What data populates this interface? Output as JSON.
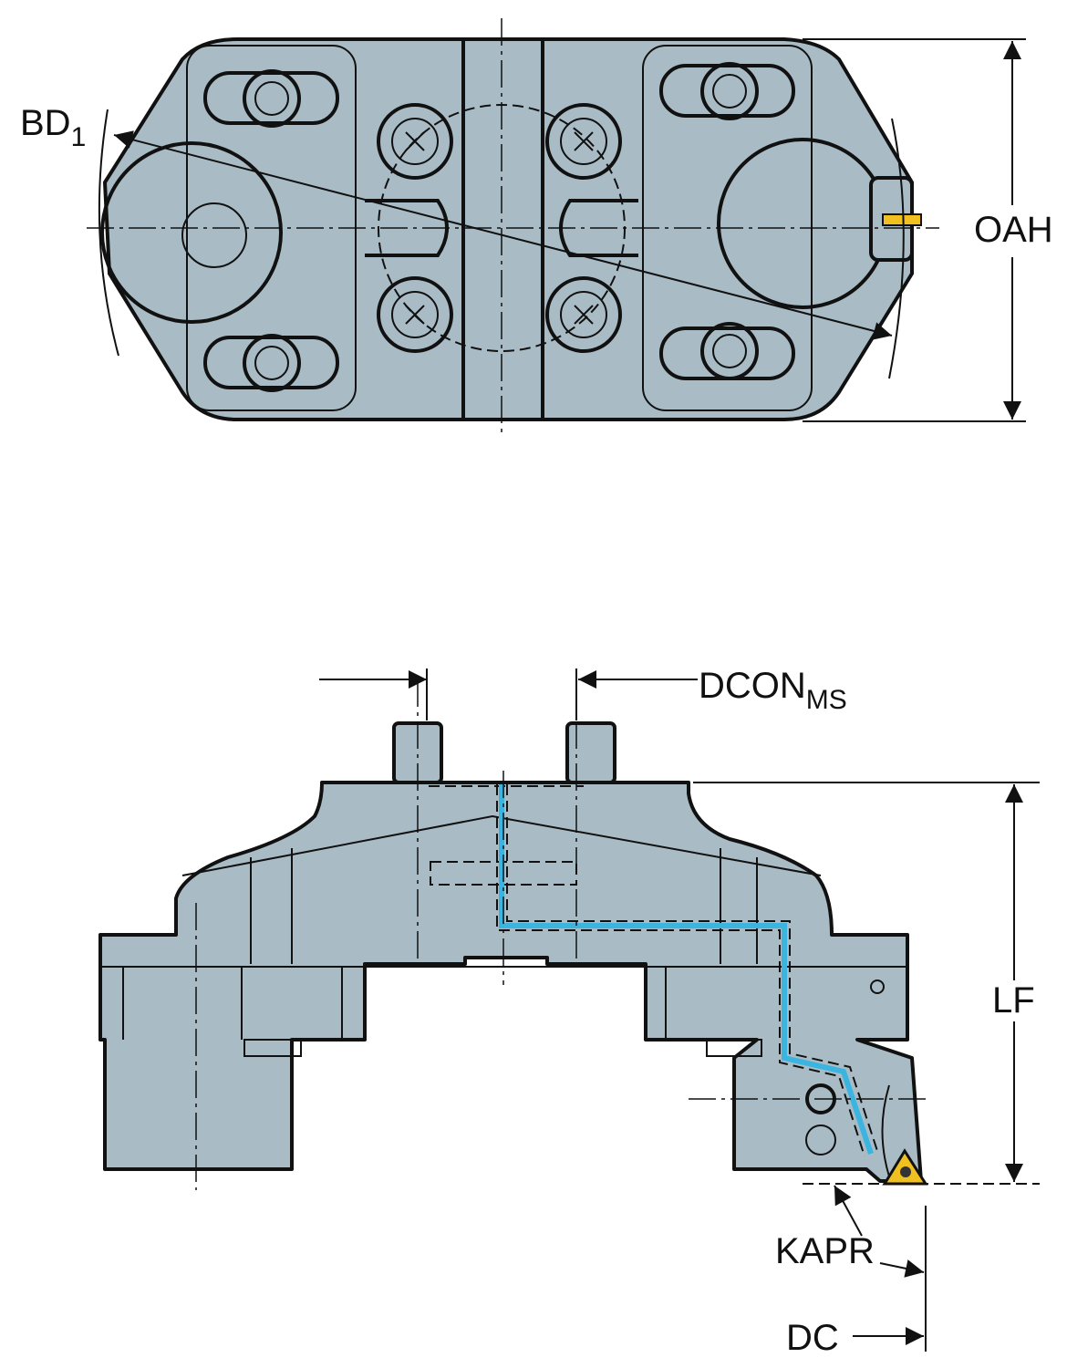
{
  "labels": {
    "bd": "BD",
    "bd_sub": "1",
    "oah": "OAH",
    "dcon": "DCON",
    "dcon_sub": "MS",
    "lf": "LF",
    "kapr": "KAPR",
    "dc": "DC"
  },
  "colors": {
    "body": "#a9bcc6",
    "coolant": "#3cb4e0",
    "insert": "#f0c020"
  }
}
